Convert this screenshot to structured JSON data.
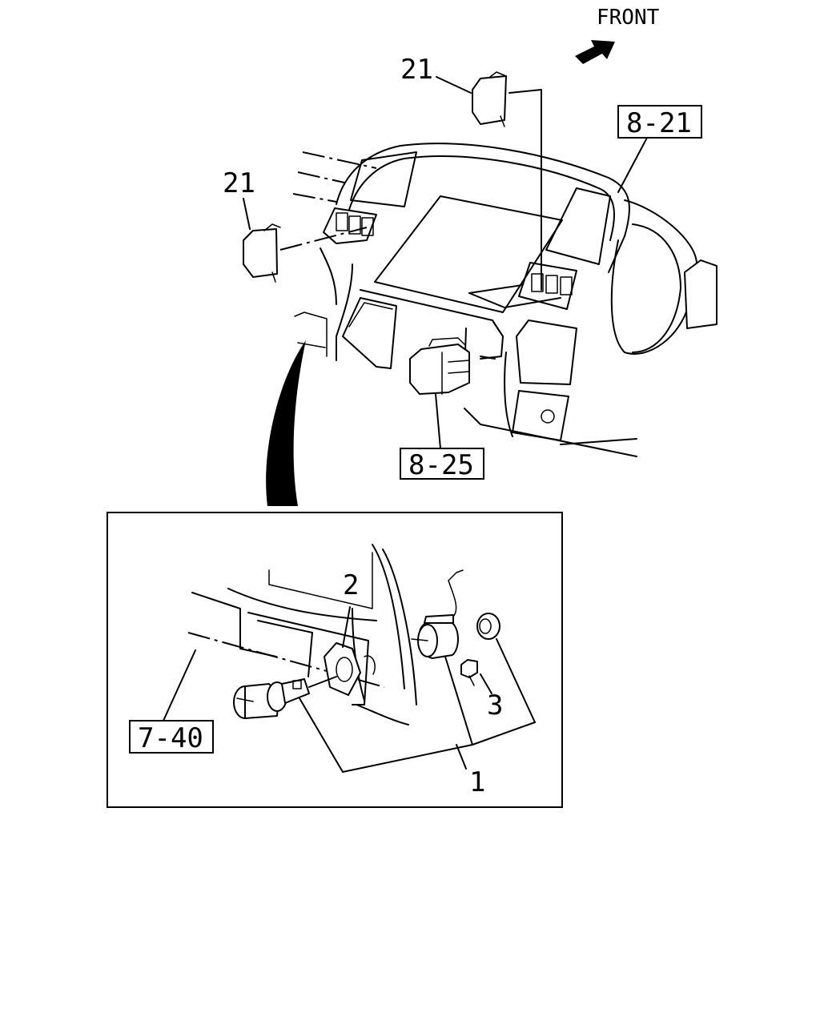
{
  "direction": {
    "label": "FRONT"
  },
  "callouts": {
    "part_21_top": "21",
    "part_21_left": "21",
    "ref_8_21": "8-21",
    "ref_8_25": "8-25",
    "part_2": "2",
    "part_3": "3",
    "part_1": "1",
    "ref_7_40": "7-40"
  }
}
